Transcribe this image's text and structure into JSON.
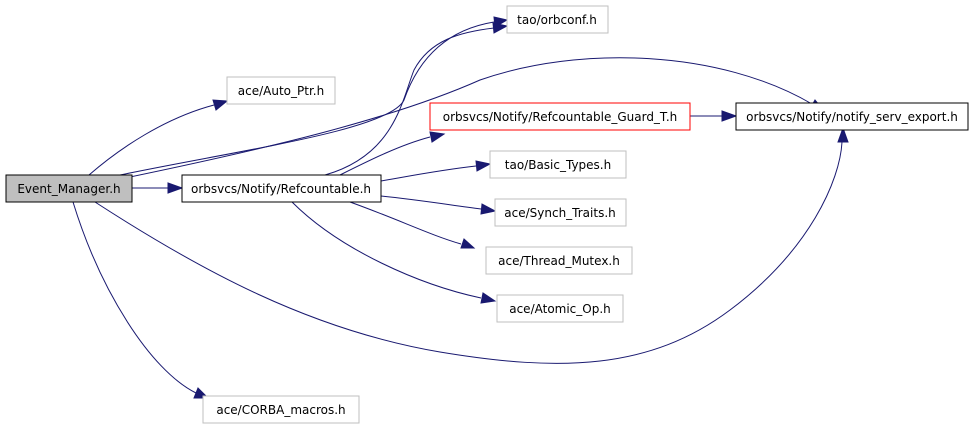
{
  "nodes": {
    "event_manager": {
      "label": "Event_Manager.h",
      "fill": "#bfbfbf",
      "stroke": "#000000"
    },
    "auto_ptr": {
      "label": "ace/Auto_Ptr.h",
      "fill": "#ffffff",
      "stroke": "#bfbfbf"
    },
    "orbconf": {
      "label": "tao/orbconf.h",
      "fill": "#ffffff",
      "stroke": "#bfbfbf"
    },
    "refcountable": {
      "label": "orbsvcs/Notify/Refcountable.h",
      "fill": "#ffffff",
      "stroke": "#000000"
    },
    "refcountable_guard": {
      "label": "orbsvcs/Notify/Refcountable_Guard_T.h",
      "fill": "#ffffff",
      "stroke": "#ff0000"
    },
    "notify_serv_export": {
      "label": "orbsvcs/Notify/notify_serv_export.h",
      "fill": "#ffffff",
      "stroke": "#000000"
    },
    "basic_types": {
      "label": "tao/Basic_Types.h",
      "fill": "#ffffff",
      "stroke": "#bfbfbf"
    },
    "synch_traits": {
      "label": "ace/Synch_Traits.h",
      "fill": "#ffffff",
      "stroke": "#bfbfbf"
    },
    "thread_mutex": {
      "label": "ace/Thread_Mutex.h",
      "fill": "#ffffff",
      "stroke": "#bfbfbf"
    },
    "atomic_op": {
      "label": "ace/Atomic_Op.h",
      "fill": "#ffffff",
      "stroke": "#bfbfbf"
    },
    "corba_macros": {
      "label": "ace/CORBA_macros.h",
      "fill": "#ffffff",
      "stroke": "#bfbfbf"
    }
  },
  "edges": [
    {
      "from": "event_manager",
      "to": "auto_ptr"
    },
    {
      "from": "event_manager",
      "to": "orbconf"
    },
    {
      "from": "event_manager",
      "to": "refcountable"
    },
    {
      "from": "event_manager",
      "to": "notify_serv_export"
    },
    {
      "from": "event_manager",
      "to": "corba_macros"
    },
    {
      "from": "refcountable",
      "to": "orbconf"
    },
    {
      "from": "refcountable",
      "to": "refcountable_guard"
    },
    {
      "from": "refcountable",
      "to": "basic_types"
    },
    {
      "from": "refcountable",
      "to": "synch_traits"
    },
    {
      "from": "refcountable",
      "to": "thread_mutex"
    },
    {
      "from": "refcountable",
      "to": "atomic_op"
    },
    {
      "from": "refcountable_guard",
      "to": "notify_serv_export"
    }
  ],
  "colors": {
    "edge": "#191970",
    "background": "#ffffff"
  }
}
